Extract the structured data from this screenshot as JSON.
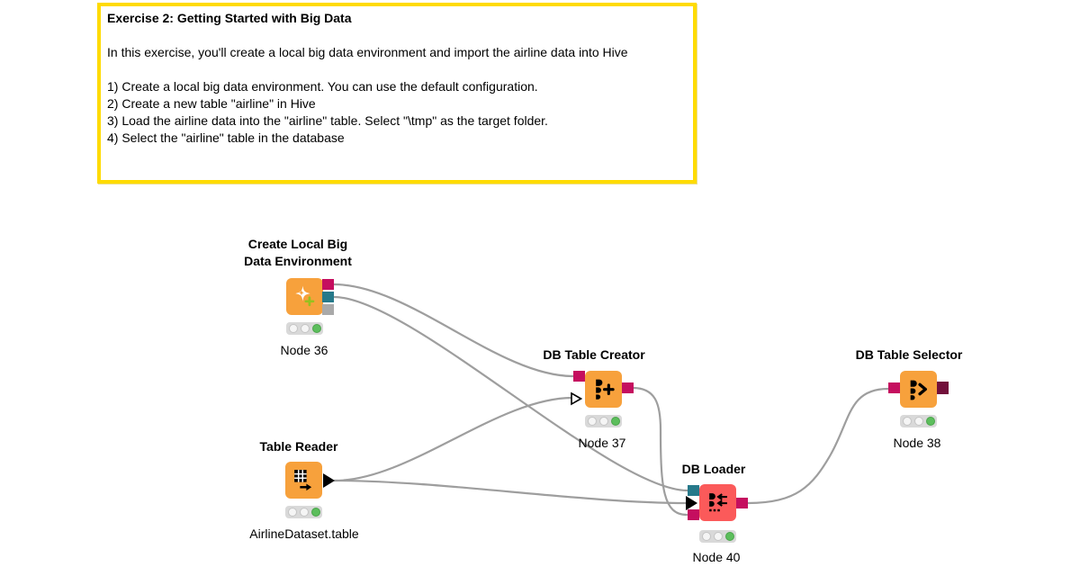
{
  "app": {
    "name": "KNIME workflow editor canvas"
  },
  "annotation": {
    "title": "Exercise 2: Getting Started with Big Data",
    "lines": [
      "",
      "In this exercise, you'll create a local big data environment and import the airline data into Hive",
      "",
      "1) Create a local big data environment. You can use the default configuration.",
      "2) Create a new table \"airline\" in Hive",
      "3) Load the airline data into the \"airline\" table. Select \"\\tmp\" as the target folder.",
      "4) Select the \"airline\" table in the database"
    ]
  },
  "workflow": {
    "nodes": [
      {
        "id": "node-36",
        "title": "Create Local Big Data Environment",
        "label": "Node 36",
        "icon": "sparkle-plus-icon",
        "status": "executed",
        "input_ports": [],
        "output_ports": [
          "db-connection",
          "file-system",
          "spark-context"
        ]
      },
      {
        "id": "table-reader",
        "title": "Table Reader",
        "label": "AirlineDataset.table",
        "icon": "table-arrow-icon",
        "status": "executed",
        "input_ports": [],
        "output_ports": [
          "data"
        ]
      },
      {
        "id": "node-37",
        "title": "DB Table Creator",
        "label": "Node 37",
        "icon": "db-plus-icon",
        "status": "executed",
        "input_ports": [
          "db-connection",
          "optional-data"
        ],
        "output_ports": [
          "db-connection"
        ]
      },
      {
        "id": "node-40",
        "title": "DB Loader",
        "label": "Node 40",
        "icon": "db-load-icon",
        "status": "executed",
        "input_ports": [
          "file-system",
          "data",
          "db-connection"
        ],
        "output_ports": [
          "db-connection"
        ]
      },
      {
        "id": "node-38",
        "title": "DB Table Selector",
        "label": "Node 38",
        "icon": "db-select-icon",
        "status": "executed",
        "input_ports": [
          "db-connection"
        ],
        "output_ports": [
          "db-data"
        ]
      }
    ],
    "connections": [
      {
        "from": "node-36",
        "from_port": "db-connection",
        "to": "node-37",
        "to_port": "db-connection"
      },
      {
        "from": "node-36",
        "from_port": "file-system",
        "to": "node-40",
        "to_port": "file-system"
      },
      {
        "from": "table-reader",
        "from_port": "data",
        "to": "node-37",
        "to_port": "optional-data"
      },
      {
        "from": "table-reader",
        "from_port": "data",
        "to": "node-40",
        "to_port": "data"
      },
      {
        "from": "node-37",
        "from_port": "db-connection",
        "to": "node-40",
        "to_port": "db-connection"
      },
      {
        "from": "node-40",
        "from_port": "db-connection",
        "to": "node-38",
        "to_port": "db-connection"
      }
    ]
  },
  "colors": {
    "node_orange": "#F7A13C",
    "node_red": "#FB5A5A",
    "port_db_connection": "#C50E5F",
    "port_file_system": "#26798A",
    "port_spark": "#A9A9A9",
    "port_db_data": "#72103B",
    "data_port_black": "#000000",
    "wire_gray": "#9E9E9E",
    "annotation_yellow": "#FFDB00",
    "status_green": "#5CBE5C",
    "traffic_bg": "#D9D9D9",
    "traffic_off": "#F5F5F5"
  }
}
